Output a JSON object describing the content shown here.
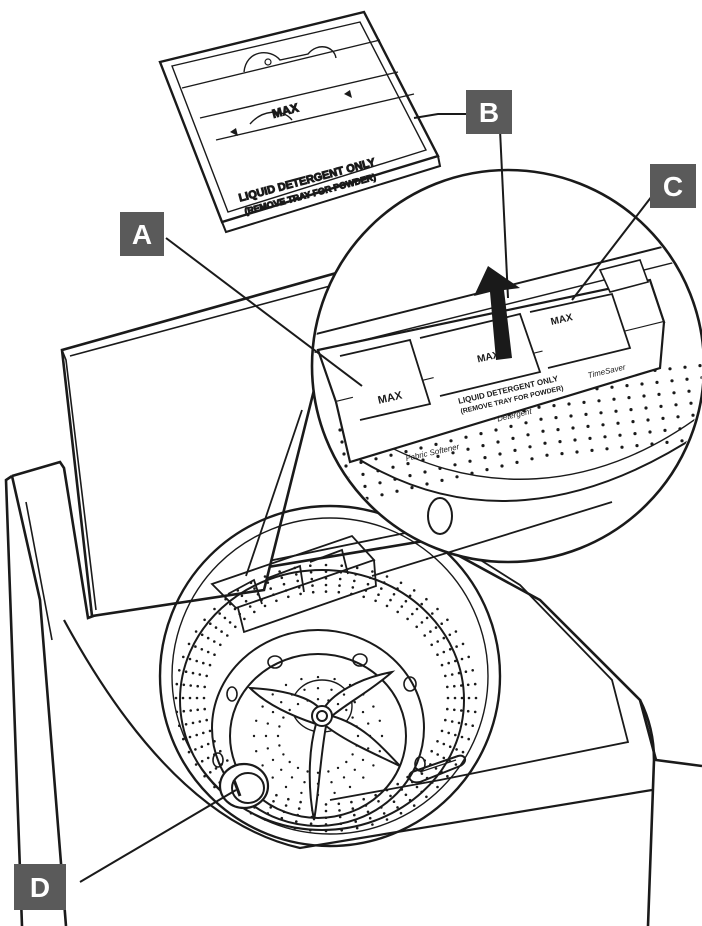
{
  "callouts": {
    "a": "A",
    "b": "B",
    "c": "C",
    "d": "D"
  },
  "tray": {
    "max_label": "MAX",
    "line1": "LIQUID DETERGENT ONLY",
    "line2": "(REMOVE TRAY FOR POWDER)"
  },
  "dispenser": {
    "max_left": "MAX",
    "max_middle": "MAX",
    "max_right": "MAX",
    "tray_line1": "LIQUID DETERGENT ONLY",
    "tray_line2": "(REMOVE TRAY FOR POWDER)",
    "fabric_softener": "Fabric Softener",
    "detergent": "Detergent",
    "timesaver": "TimeSaver"
  },
  "colors": {
    "callout_bg": "#5a5a5a",
    "callout_text": "#ffffff",
    "line": "#1a1a1a"
  }
}
